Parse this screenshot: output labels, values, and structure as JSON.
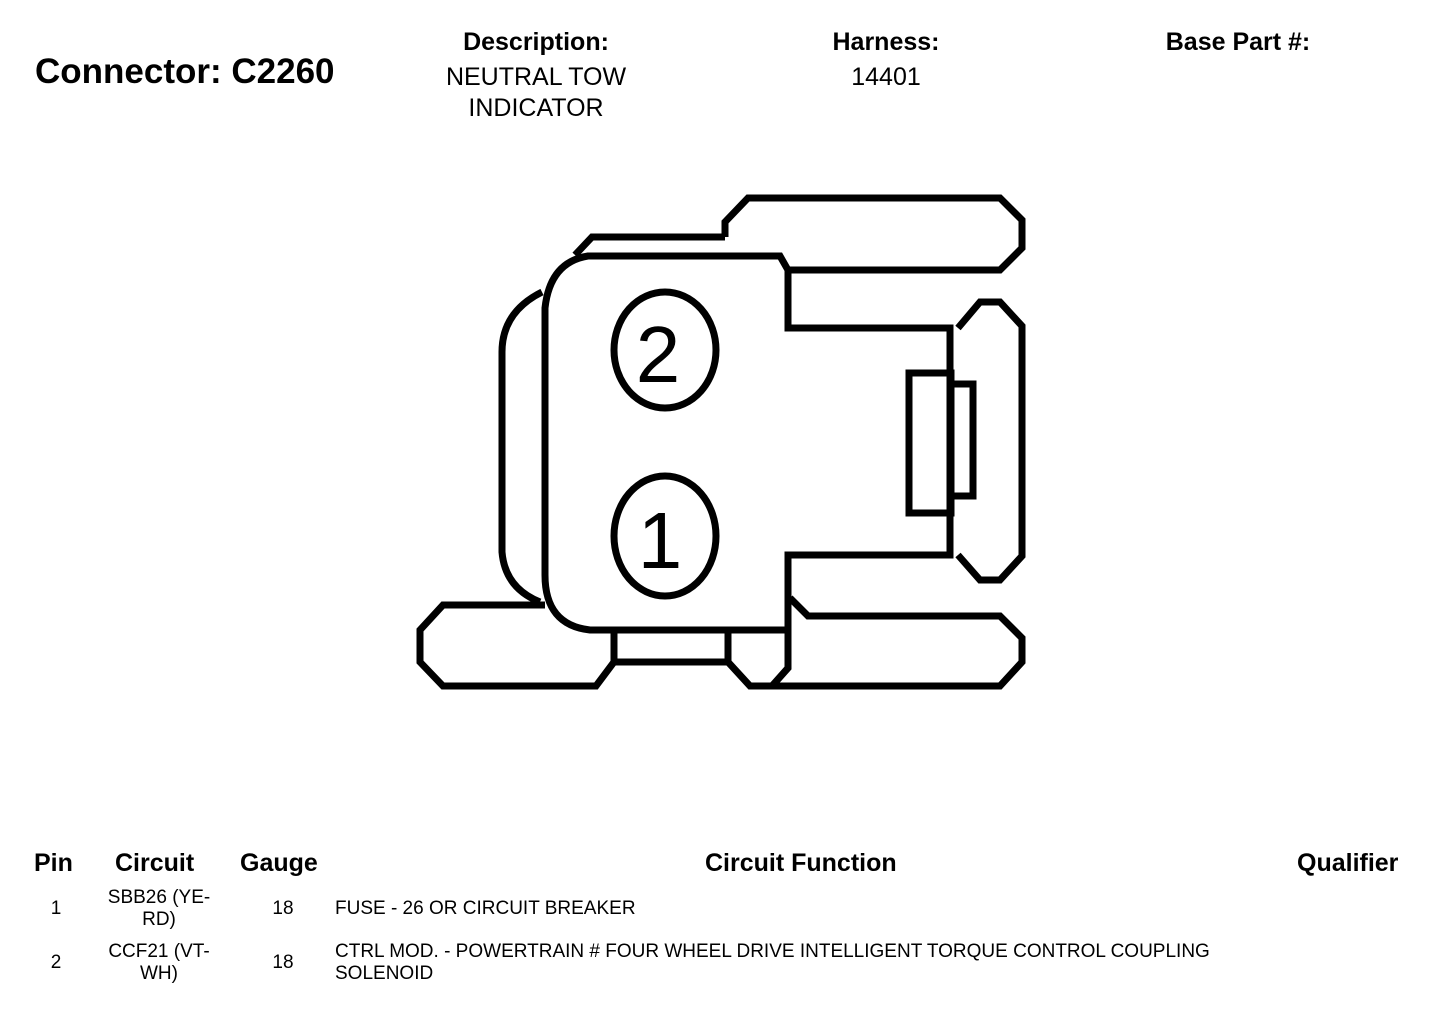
{
  "header": {
    "connector_title": "Connector: C2260",
    "description_label": "Description:",
    "description_value": "NEUTRAL TOW INDICATOR",
    "harness_label": "Harness:",
    "harness_value": "14401",
    "base_part_label": "Base Part #:",
    "base_part_value": ""
  },
  "diagram": {
    "pin_labels": [
      "2",
      "1"
    ]
  },
  "table": {
    "columns": [
      "Pin",
      "Circuit",
      "Gauge",
      "Circuit Function",
      "Qualifier"
    ],
    "rows": [
      {
        "pin": "1",
        "circuit": "SBB26 (YE-RD)",
        "gauge": "18",
        "function": "FUSE - 26 OR CIRCUIT BREAKER",
        "qualifier": ""
      },
      {
        "pin": "2",
        "circuit": "CCF21 (VT-WH)",
        "gauge": "18",
        "function": "CTRL MOD. - POWERTRAIN # FOUR WHEEL DRIVE INTELLIGENT TORQUE CONTROL COUPLING SOLENOID",
        "qualifier": ""
      }
    ]
  }
}
